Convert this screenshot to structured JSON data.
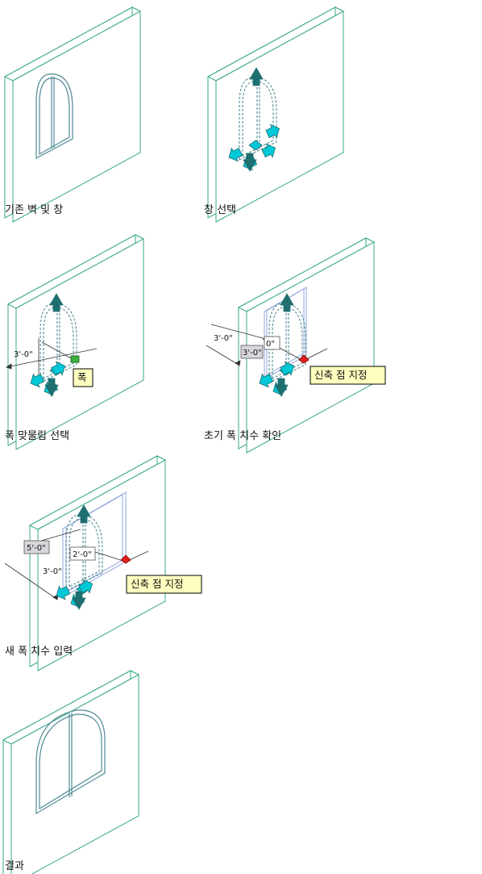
{
  "steps": [
    {
      "caption": "기존 벽 및 창"
    },
    {
      "caption": "창 선택"
    },
    {
      "caption": "폭 맞물림 선택"
    },
    {
      "caption": "초기 폭 치수 확인"
    },
    {
      "caption": "새 폭 치수 입력"
    },
    {
      "caption": "결과"
    }
  ],
  "callouts": {
    "grip_tooltip": "폭",
    "stretch_tooltip": "신축 점 지정",
    "initial_overall_dim": "3'-0\"",
    "initial_width_dim": "3'-0\"",
    "initial_partial_dim": "0\"",
    "new_overall_dim": "5'-0\"",
    "new_width_dim": "3'-0\"",
    "new_partial_dim": "2'-0\""
  },
  "colors": {
    "wall_outline": "#3aa88a",
    "window_frame": "#4f8a96",
    "grip_cyan": "#00c8d8",
    "grip_teal": "#1f6f70",
    "hot_grip": "#e02020",
    "selected_grip": "#3ab03a",
    "tooltip_bg": "#ffffc0",
    "dim_box_bg": "#d6d6dc",
    "stretch_preview": "#9fb4e0"
  }
}
